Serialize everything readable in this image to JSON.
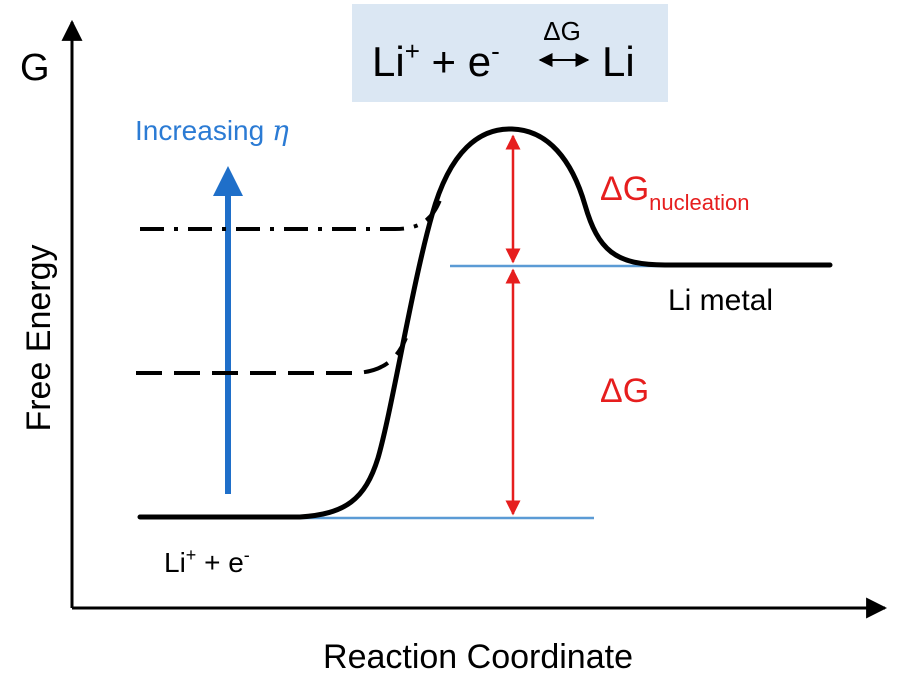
{
  "colors": {
    "accent_blue": "#2b7bd4",
    "arrow_blue": "#1f6fc9",
    "red": "#e61e1e",
    "ref_line_blue": "#5b9bd5",
    "box_fill": "#dbe7f3",
    "black": "#000000"
  },
  "axes": {
    "y_axis_label": "G",
    "y_title": "Free Energy",
    "x_title": "Reaction Coordinate"
  },
  "reaction_box": {
    "left_base": "Li",
    "left_sup": "+",
    "plus_text": " + e",
    "minus_sup": "-",
    "arrow_label": "ΔG",
    "arrow_symbol": "⟷",
    "right": "Li"
  },
  "increasing": {
    "text": "Increasing ",
    "symbol": "η"
  },
  "labels": {
    "delta_g_nucleation_base": "ΔG",
    "delta_g_nucleation_sub": "nucleation",
    "li_metal": "Li metal",
    "delta_g": "ΔG",
    "reactant_base": "Li",
    "reactant_sup": "+",
    "reactant_rest": " + e",
    "reactant_minus": "-"
  }
}
